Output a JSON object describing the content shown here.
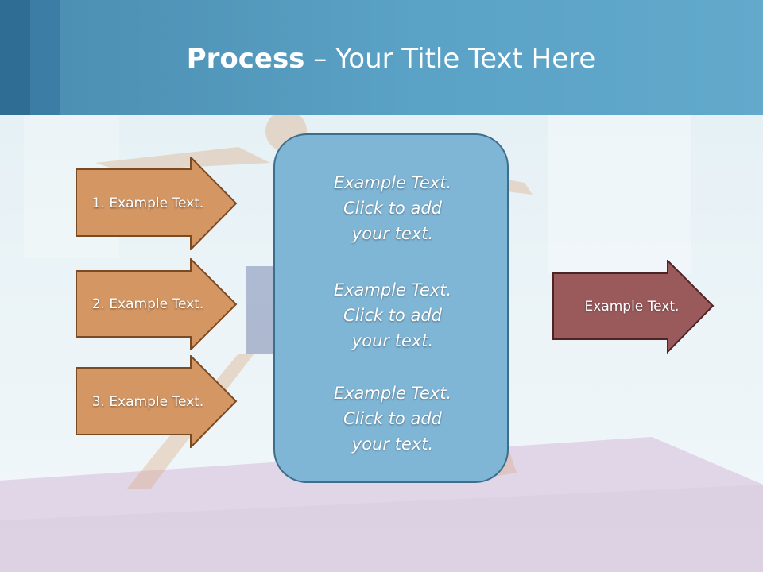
{
  "slide": {
    "title_bold": "Process",
    "title_rest": " – Your Title Text Here"
  },
  "left_arrows": [
    {
      "label": "1. Example Text."
    },
    {
      "label": "2. Example Text."
    },
    {
      "label": "3. Example Text."
    }
  ],
  "center_box": {
    "blocks": [
      {
        "line1": "Example Text.",
        "line2": "Click  to add",
        "line3": "your text."
      },
      {
        "line1": "Example Text.",
        "line2": "Click  to add",
        "line3": "your text."
      },
      {
        "line1": "Example Text.",
        "line2": "Click  to add",
        "line3": "your text."
      }
    ]
  },
  "right_arrow": {
    "label": "Example Text."
  },
  "colors": {
    "left_arrow_fill": "#d49663",
    "left_arrow_stroke": "#7a4a22",
    "right_arrow_fill": "#9a5a5c",
    "right_arrow_stroke": "#4e2325",
    "center_box_fill": "#7fb5d5",
    "header": "#5aa2c6"
  }
}
